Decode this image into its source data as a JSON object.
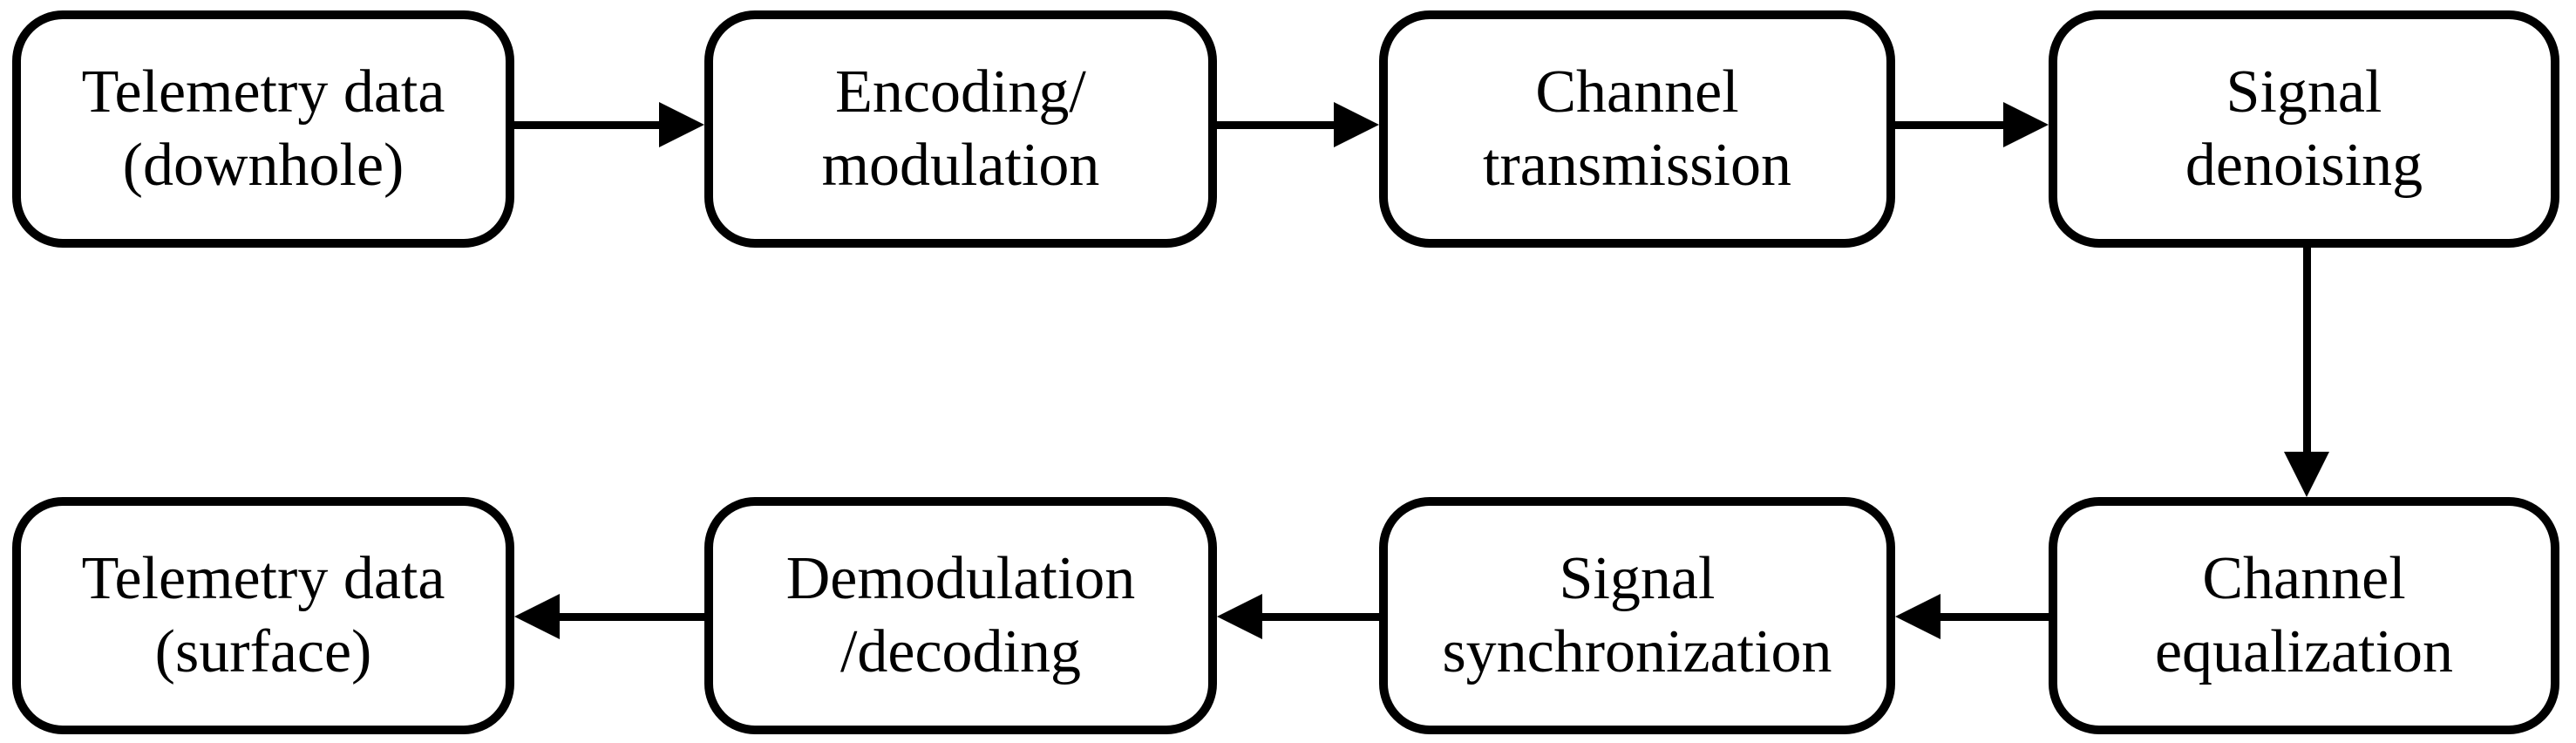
{
  "diagram": {
    "type": "flowchart",
    "nodes": [
      {
        "id": "telemetry-data-downhole",
        "lines": [
          "Telemetry data",
          "(downhole)"
        ]
      },
      {
        "id": "encoding-modulation",
        "lines": [
          "Encoding/",
          "modulation"
        ]
      },
      {
        "id": "channel-transmission",
        "lines": [
          "Channel",
          "transmission"
        ]
      },
      {
        "id": "signal-denoising",
        "lines": [
          "Signal",
          "denoising"
        ]
      },
      {
        "id": "channel-equalization",
        "lines": [
          "Channel",
          "equalization"
        ]
      },
      {
        "id": "signal-synchronization",
        "lines": [
          "Signal",
          "synchronization"
        ]
      },
      {
        "id": "demodulation-decoding",
        "lines": [
          "Demodulation",
          "/decoding"
        ]
      },
      {
        "id": "telemetry-data-surface",
        "lines": [
          "Telemetry data",
          "(surface)"
        ]
      }
    ],
    "edges": [
      {
        "from": "telemetry-data-downhole",
        "to": "encoding-modulation",
        "direction": "right"
      },
      {
        "from": "encoding-modulation",
        "to": "channel-transmission",
        "direction": "right"
      },
      {
        "from": "channel-transmission",
        "to": "signal-denoising",
        "direction": "right"
      },
      {
        "from": "signal-denoising",
        "to": "channel-equalization",
        "direction": "down"
      },
      {
        "from": "channel-equalization",
        "to": "signal-synchronization",
        "direction": "left"
      },
      {
        "from": "signal-synchronization",
        "to": "demodulation-decoding",
        "direction": "left"
      },
      {
        "from": "demodulation-decoding",
        "to": "telemetry-data-surface",
        "direction": "left"
      }
    ],
    "colors": {
      "stroke": "#000000",
      "text": "#000000",
      "background": "#ffffff"
    }
  }
}
